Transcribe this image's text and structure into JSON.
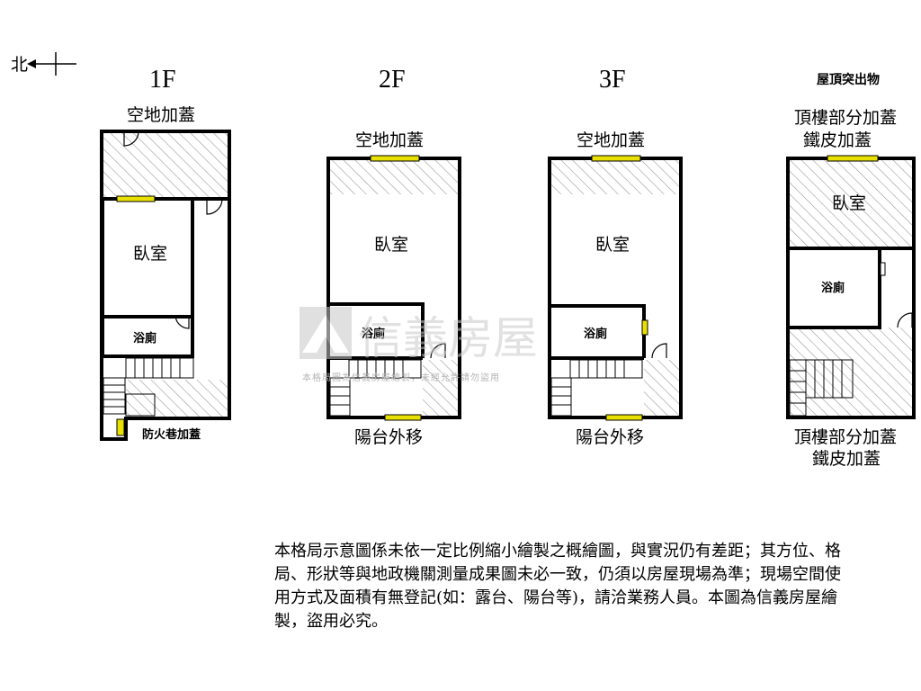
{
  "compass": {
    "label": "北"
  },
  "floors": [
    {
      "title": "1F",
      "top_label": "空地加蓋",
      "rooms": [
        "臥室",
        "浴廁"
      ],
      "bottom_label": "防火巷加蓋"
    },
    {
      "title": "2F",
      "top_label": "空地加蓋",
      "rooms": [
        "臥室",
        "浴廁"
      ],
      "bottom_label": "陽台外移"
    },
    {
      "title": "3F",
      "top_label": "空地加蓋",
      "rooms": [
        "臥室",
        "浴廁"
      ],
      "bottom_label": "陽台外移"
    },
    {
      "title": "屋頂突出物",
      "top_label_lines": [
        "頂樓部分加蓋",
        "鐵皮加蓋"
      ],
      "rooms": [
        "臥室",
        "浴廁"
      ],
      "bottom_label_lines": [
        "頂樓部分加蓋",
        "鐵皮加蓋"
      ]
    }
  ],
  "watermark": {
    "brand": "信義房屋",
    "notice": "本格局圖為信義房屋繪製，未經允許請勿盜用"
  },
  "disclaimer": "本格局示意圖係未依一定比例縮小繪製之概繪圖，與實況仍有差距；其方位、格局、形狀等與地政機關測量成果圖未必一致，仍須以房屋現場為準；現場空間使用方式及面積有無登記(如：露台、陽台等)，請洽業務人員。本圖為信義房屋繪製，盜用必究。",
  "colors": {
    "wall": "#000000",
    "window": "#e8e000",
    "hatch": "#9a9a9a",
    "watermark": "#c8c8c8"
  }
}
